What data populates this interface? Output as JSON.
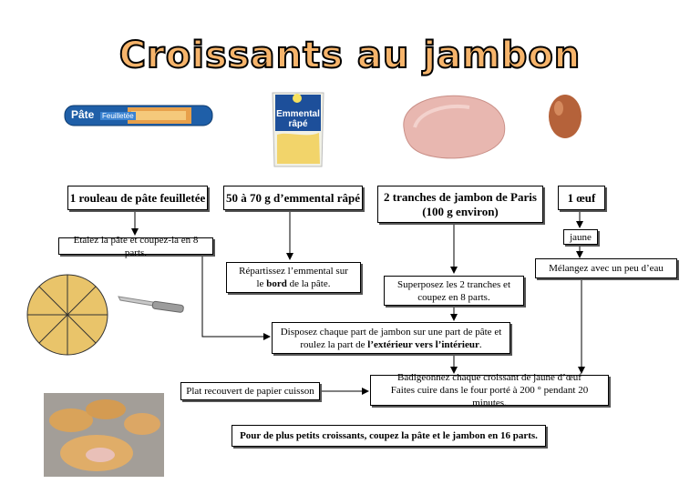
{
  "title": "Croissants au jambon",
  "images": {
    "pastry_label": "Pâte",
    "pastry_label2": "Feuilletée",
    "cheese_label1": "Emmental",
    "cheese_label2": "râpé"
  },
  "ingredients": {
    "pastry": "1 rouleau de pâte feuilletée",
    "cheese": "50 à 70 g d’emmental râpé",
    "ham_line1": "2 tranches de jambon de Paris",
    "ham_line2": "(100 g environ)",
    "egg": "1 œuf"
  },
  "steps": {
    "cut_pastry": "Etalez la pâte et coupez-la en 8 parts.",
    "yolk": "jaune",
    "spread_cheese_1": "Répartissez l’emmental sur",
    "spread_cheese_2a": "le ",
    "spread_cheese_2b": "bord",
    "spread_cheese_2c": " de la pâte.",
    "mix_water": "Mélangez avec un peu d’eau",
    "stack_ham_1": "Superposez les 2 tranches et",
    "stack_ham_2": "coupez en 8 parts.",
    "place_ham_1": "Disposez chaque part de jambon sur une part de pâte et",
    "place_ham_2a": "roulez la part de ",
    "place_ham_2b": "l’extérieur vers l’intérieur",
    "place_ham_2c": ".",
    "tray": "Plat recouvert de papier cuisson",
    "bake_1": "Badigeonnez chaque croissant de jaune d’œuf",
    "bake_2": "Faites cuire dans le four porté à 200 ° pendant 20 minutes."
  },
  "note": "Pour de plus petits croissants, coupez la pâte et le jambon en 16 parts."
}
